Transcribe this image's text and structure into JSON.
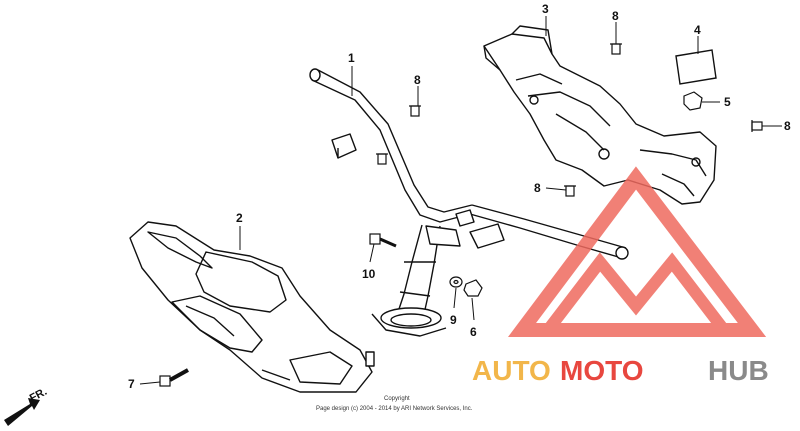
{
  "callouts": {
    "c1": "1",
    "c2": "2",
    "c3": "3",
    "c4": "4",
    "c5": "5",
    "c6": "6",
    "c7": "7",
    "c8a": "8",
    "c8b": "8",
    "c8c": "8",
    "c8d": "8",
    "c9": "9",
    "c10": "10"
  },
  "direction_label": "FR.",
  "copyright": {
    "line1": "Copyright",
    "line2": "Page design (c) 2004 - 2014 by ARI Network Services, Inc."
  },
  "watermark": {
    "part1": "AUTO",
    "part2": "MOTO",
    "part3": "HUB",
    "colors": {
      "orange": "#f2b64a",
      "red": "#e8473f",
      "gray": "#8a8a8a",
      "triangle": "#ef6a5f"
    }
  }
}
